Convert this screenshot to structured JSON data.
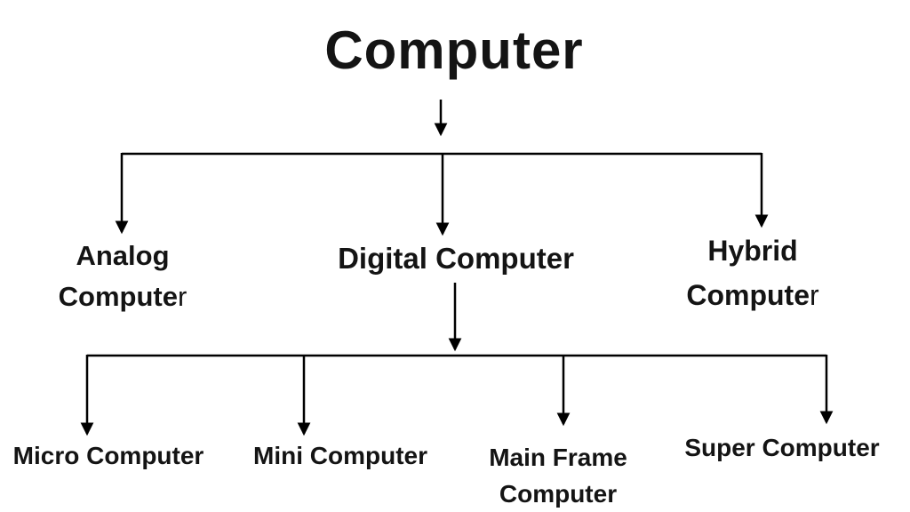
{
  "diagram": {
    "title": "Computer",
    "level1": [
      {
        "id": "analog",
        "line1": "Analog",
        "line2_bold": "Compute",
        "line2_tail": "r"
      },
      {
        "id": "digital",
        "label": "Digital Computer"
      },
      {
        "id": "hybrid",
        "line1": "Hybrid",
        "line2_bold": "Compute",
        "line2_tail": "r"
      }
    ],
    "level2": [
      {
        "id": "micro",
        "label": "Micro Computer"
      },
      {
        "id": "mini",
        "label": "Mini Computer"
      },
      {
        "id": "mainframe",
        "line1": "Main Frame",
        "line2": "Computer"
      },
      {
        "id": "super",
        "label": "Super Computer"
      }
    ],
    "colors": {
      "background": "#ffffff",
      "line": "#000000",
      "text": "#141414"
    }
  }
}
